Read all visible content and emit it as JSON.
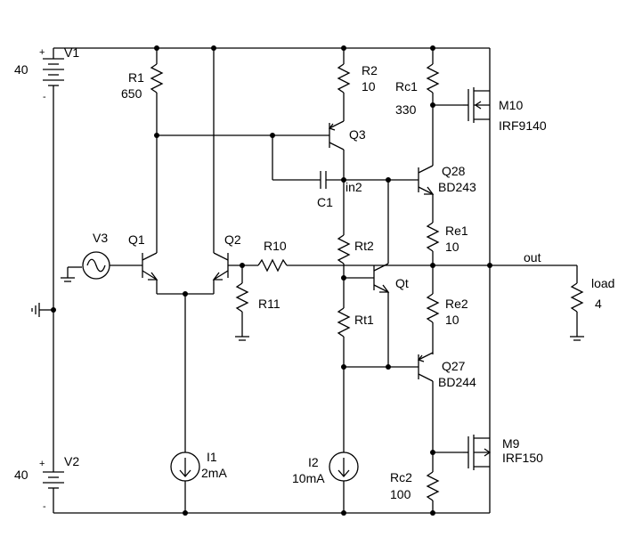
{
  "labels": {
    "v1": "V1",
    "v1_val": "40",
    "v2": "V2",
    "v2_val": "40",
    "v3": "V3",
    "plus": "+",
    "minus": "-",
    "r1": "R1",
    "r1_val": "650",
    "r2": "R2",
    "r2_val": "10",
    "rc1": "Rc1",
    "rc1_val": "330",
    "rc2": "Rc2",
    "rc2_val": "100",
    "re1": "Re1",
    "re1_val": "10",
    "re2": "Re2",
    "re2_val": "10",
    "rt1": "Rt1",
    "rt2": "Rt2",
    "r10": "R10",
    "r11": "R11",
    "c1": "C1",
    "in2": "in2",
    "q1": "Q1",
    "q2": "Q2",
    "q3": "Q3",
    "qt": "Qt",
    "q28": "Q28",
    "q28_part": "BD243",
    "q27": "Q27",
    "q27_part": "BD244",
    "m10": "M10",
    "m10_part": "IRF9140",
    "m9": "M9",
    "m9_part": "IRF150",
    "i1": "I1",
    "i1_val": "2mA",
    "i2": "I2",
    "i2_val": "10mA",
    "out": "out",
    "load": "load",
    "load_val": "4"
  }
}
